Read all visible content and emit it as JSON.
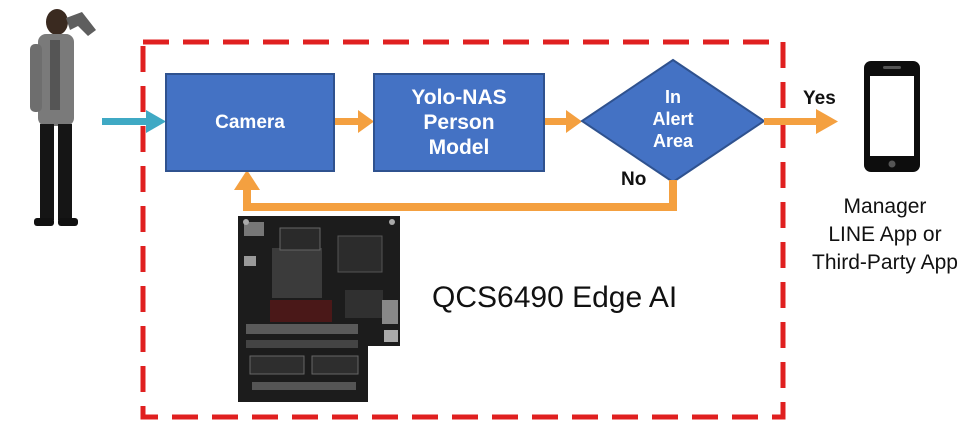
{
  "flow": {
    "camera_label": "Camera",
    "model_label": "Yolo-NAS\nPerson\nModel",
    "decision_label": [
      "In",
      "Alert",
      "Area"
    ],
    "yes_label": "Yes",
    "no_label": "No"
  },
  "device": {
    "label": "QCS6490 Edge AI"
  },
  "recipient": {
    "label_lines": [
      "Manager",
      "LINE App or",
      "Third-Party App"
    ]
  },
  "colors": {
    "box_fill": "#4472c4",
    "box_border": "#2f528f",
    "arrow_orange": "#f4a040",
    "arrow_teal": "#3fa9c4",
    "boundary_red": "#e02020"
  },
  "icons": {
    "person": "person-figure-icon",
    "board": "circuit-board-image",
    "phone": "smartphone-icon"
  }
}
